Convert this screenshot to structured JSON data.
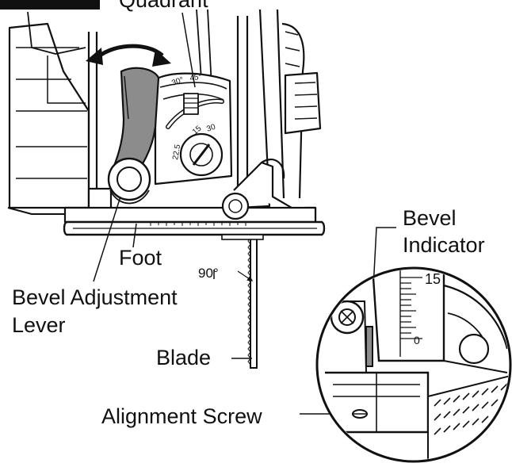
{
  "labels": {
    "quadrant": "Quadrant",
    "foot": "Foot",
    "angle": "90°",
    "bevel_adjustment_line1": "Bevel Adjustment",
    "bevel_adjustment_line2": "Lever",
    "blade": "Blade",
    "bevel_indicator_line1": "Bevel",
    "bevel_indicator_line2": "Indicator",
    "alignment_screw": "Alignment Screw"
  },
  "scale_marks": {
    "quadrant_top": "30°",
    "quadrant_mid": "45°",
    "dial_a": "15",
    "dial_b": "30",
    "dial_c": "22.5",
    "inset_top": "15",
    "inset_zero": "0"
  },
  "colors": {
    "ink": "#111111",
    "lever_fill": "#8c8c8c",
    "paper": "#ffffff"
  }
}
